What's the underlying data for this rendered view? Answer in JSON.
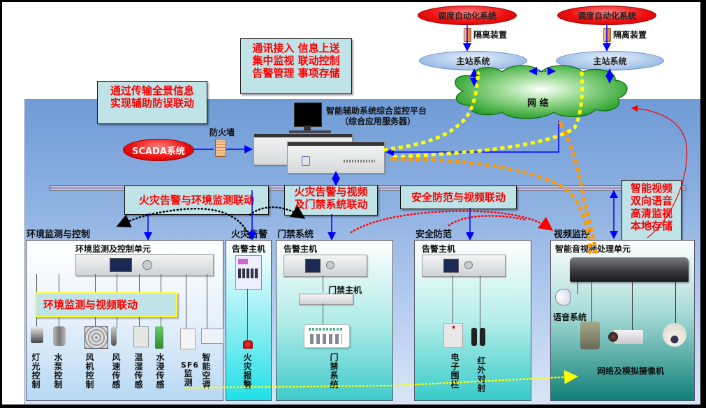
{
  "top": {
    "dispatch_left": "调度自动化系统",
    "dispatch_right": "调度自动化系统",
    "isolator_left": "隔离装置",
    "isolator_right": "隔离装置",
    "master_left": "主站系统",
    "master_right": "主站系统",
    "network": "网    络"
  },
  "callouts": {
    "functions": [
      "通讯接入  信息上送",
      "集中监视  联动控制",
      "告警管理  事项存储"
    ],
    "panorama": [
      "通过传输全景信息",
      "实现辅助防误联动"
    ],
    "fire_env": "火灾告警与环境监测联动",
    "fire_video_door": [
      "火灾告警与视频",
      "及门禁系统联动"
    ],
    "security_video": "安全防范与视频联动",
    "smart_video": [
      "智能视频",
      "双向语音",
      "高清监视",
      "本地存储"
    ],
    "env_video": "环境监测与视频联动"
  },
  "platform": {
    "title": "智能辅助系统综合监控平台",
    "subtitle": "（综合应用服务器）",
    "firewall": "防火墙",
    "scada": "SCADA系统"
  },
  "sections": {
    "env": {
      "title": "环境监测与控制",
      "unit": "环境监测及控制单元",
      "devices": [
        "灯光控制",
        "水泵控制",
        "风机控制",
        "风速传感",
        "温湿传感",
        "水浸传感",
        "SF6监测",
        "智能空调"
      ]
    },
    "fire": {
      "title": "火灾告警",
      "host": "告警主机",
      "device": "火灾报警"
    },
    "door": {
      "title": "门禁系统",
      "host": "告警主机",
      "door_host": "门禁主机",
      "device": "门禁系统"
    },
    "security": {
      "title": "安全防范",
      "host": "告警主机",
      "devices": [
        "电子围栏",
        "红外对射"
      ]
    },
    "video": {
      "title": "视频监控",
      "unit": "智能音视频处理单元",
      "voice": "语音系统",
      "cameras": "网络及模拟摄像机"
    }
  },
  "colors": {
    "callout_text": "#ff0000",
    "callout_bg": "#bfe3e6",
    "link_blue": "#0000ff",
    "yellow_dash": "#ffff00",
    "orange_dash": "#ff9900",
    "network_green": "#22a022"
  }
}
